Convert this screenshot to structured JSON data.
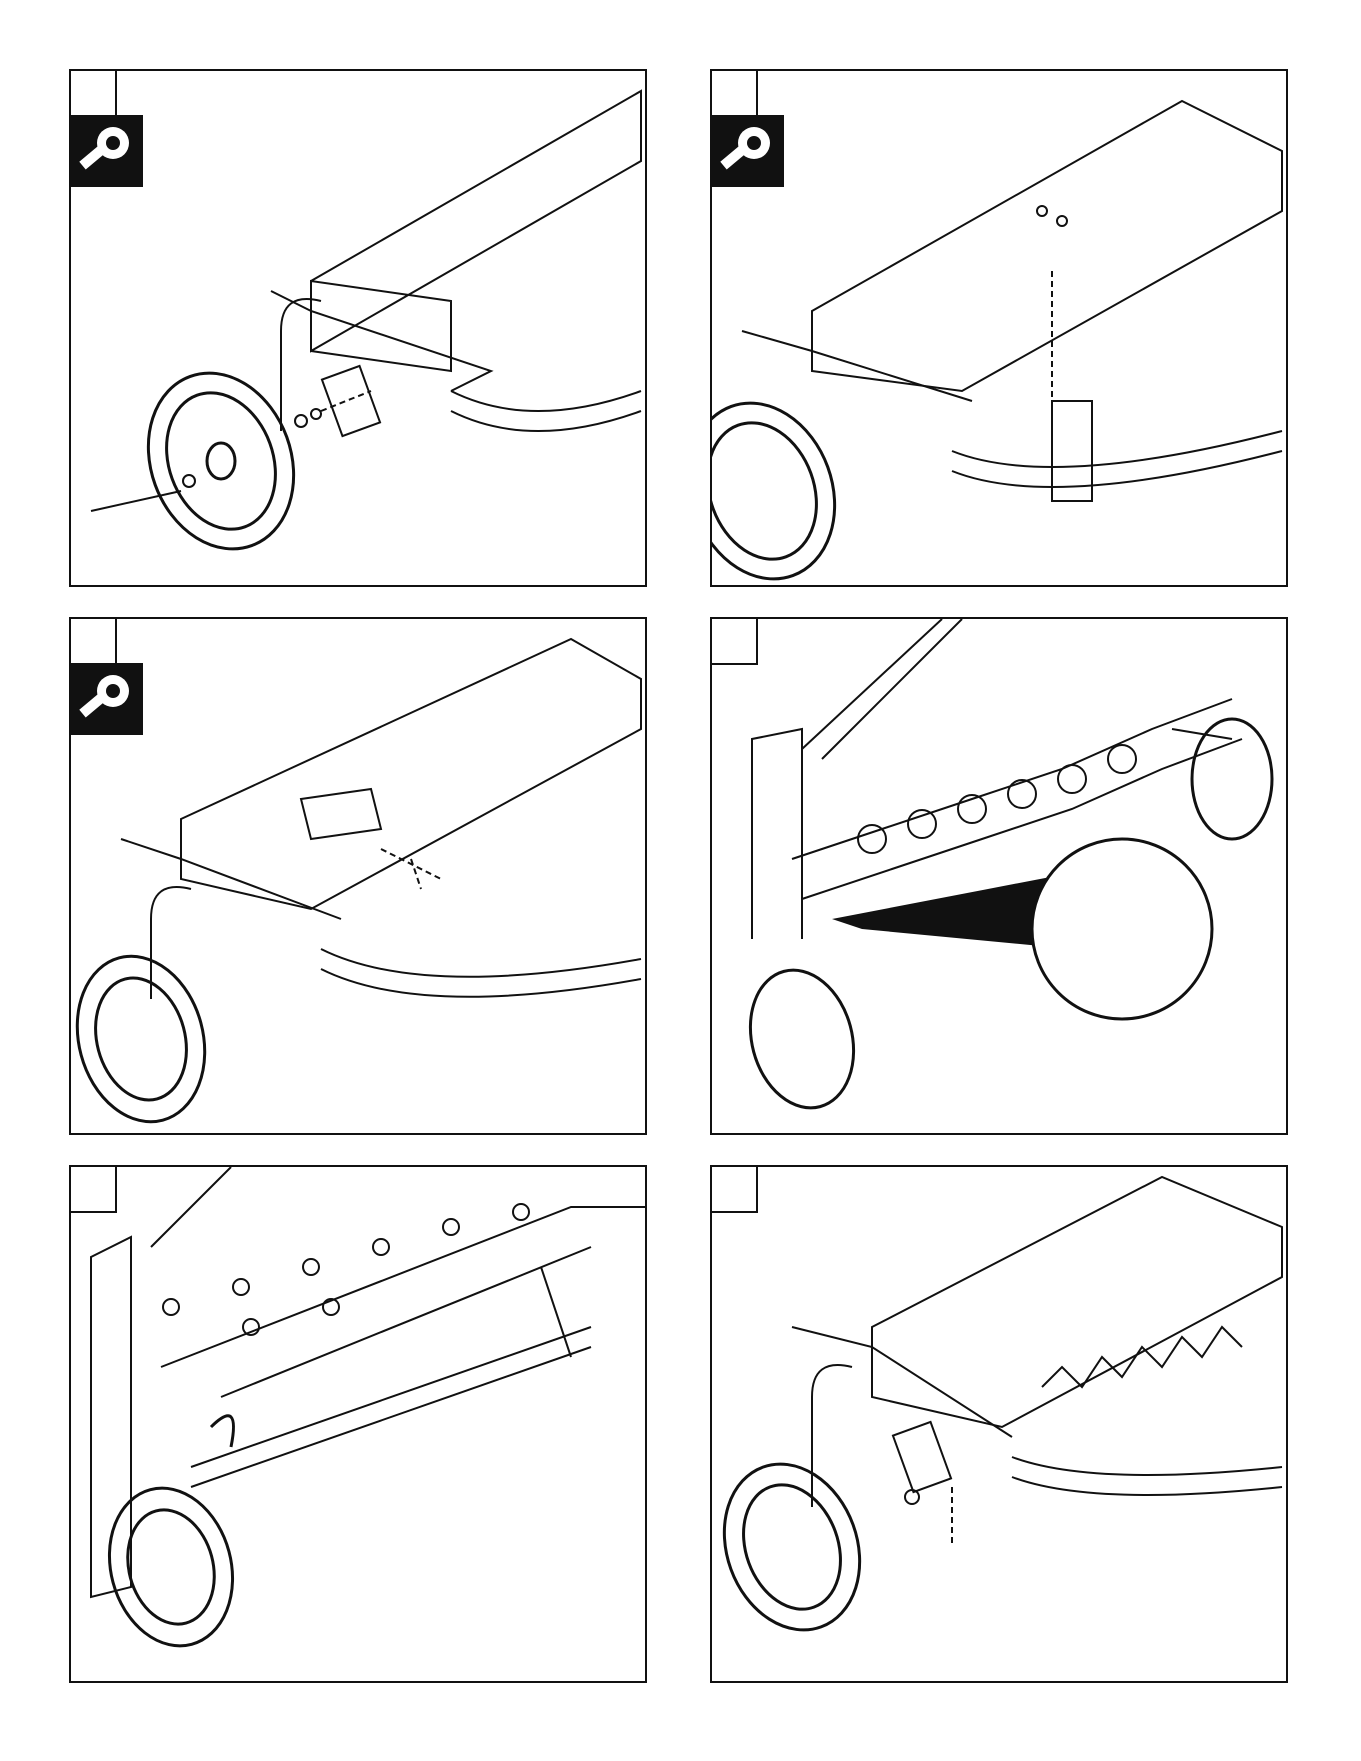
{
  "page": {
    "footer_mark": ""
  },
  "panels": [
    {
      "id": 1,
      "has_tool_icon": true,
      "icon": "wrench-icon"
    },
    {
      "id": 2,
      "has_tool_icon": true,
      "icon": "wrench-icon"
    },
    {
      "id": 3,
      "has_tool_icon": true,
      "icon": "wrench-icon"
    },
    {
      "id": 4,
      "has_tool_icon": false,
      "icon": ""
    },
    {
      "id": 5,
      "has_tool_icon": false,
      "icon": ""
    },
    {
      "id": 6,
      "has_tool_icon": false,
      "icon": ""
    }
  ]
}
